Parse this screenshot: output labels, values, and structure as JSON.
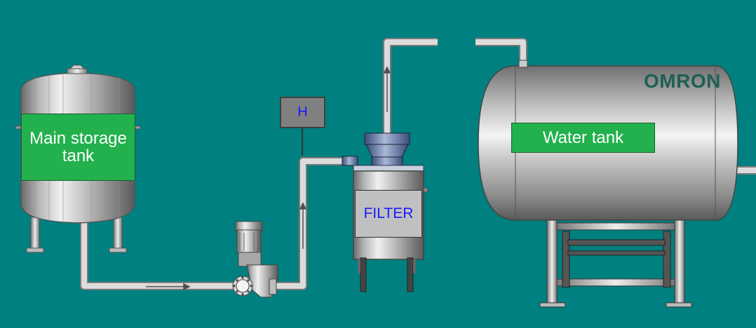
{
  "main_tank": {
    "label": "Main storage\ntank"
  },
  "water_tank": {
    "label": "Water tank",
    "brand": "OMRON"
  },
  "filter": {
    "label": "FILTER"
  },
  "level_indicator": {
    "label": "H"
  },
  "colors": {
    "background": "#008080",
    "label_green": "#22b14c",
    "label_text": "#ffffff",
    "filter_text": "#1a1aff",
    "brand_text": "#1f5f55",
    "pipe": "#c8c8c8"
  },
  "icons": [
    "centrifugal-pump-icon",
    "flow-arrow-icon",
    "tank-vessel-icon",
    "filter-vessel-icon"
  ]
}
